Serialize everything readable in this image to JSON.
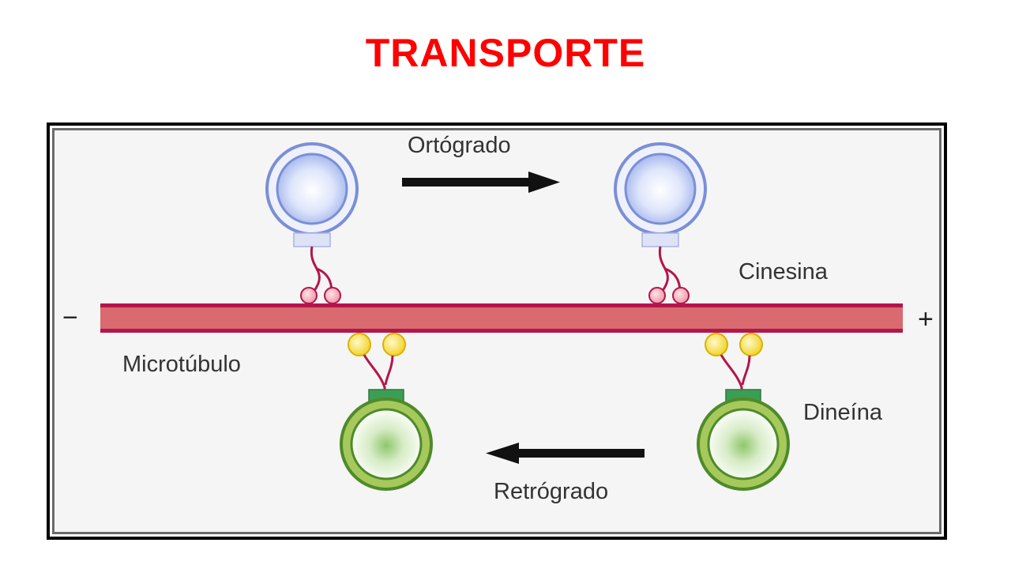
{
  "title": "TRANSPORTE",
  "labels": {
    "orthograde": "Ortógrado",
    "retrograde": "Retrógrado",
    "kinesin": "Cinesina",
    "dynein": "Dineína",
    "microtubule": "Microtúbulo",
    "minus_end": "−",
    "plus_end": "+"
  },
  "colors": {
    "title": "#ff0000",
    "microtubule_fill": "#d96a6f",
    "microtubule_edge": "#b3164a",
    "kinesin_vesicle": "#7b8fd6",
    "kinesin_head": "#f2a7b3",
    "dynein_vesicle": "#8ab84a",
    "dynein_head": "#f7e24a",
    "arrow": "#111111"
  }
}
